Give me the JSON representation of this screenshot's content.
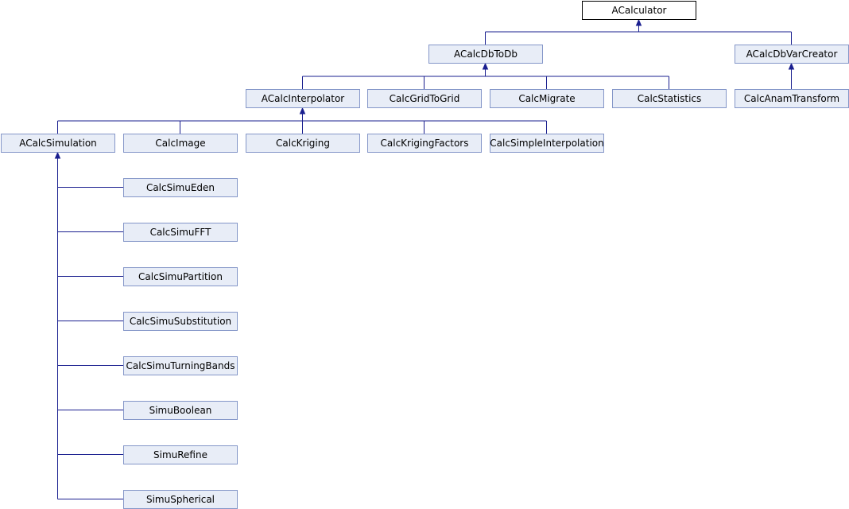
{
  "diagram": {
    "nodes": [
      {
        "id": "acalculator",
        "label": "ACalculator",
        "root": true
      },
      {
        "id": "acalcdbtodb",
        "label": "ACalcDbToDb"
      },
      {
        "id": "acalcdbvarcreator",
        "label": "ACalcDbVarCreator"
      },
      {
        "id": "acalcinterpolator",
        "label": "ACalcInterpolator"
      },
      {
        "id": "calcgridtogrid",
        "label": "CalcGridToGrid"
      },
      {
        "id": "calcmigrate",
        "label": "CalcMigrate"
      },
      {
        "id": "calcstatistics",
        "label": "CalcStatistics"
      },
      {
        "id": "calcanamtransform",
        "label": "CalcAnamTransform"
      },
      {
        "id": "acalcsimulation",
        "label": "ACalcSimulation"
      },
      {
        "id": "calcimage",
        "label": "CalcImage"
      },
      {
        "id": "calckriging",
        "label": "CalcKriging"
      },
      {
        "id": "calckrigingfactors",
        "label": "CalcKrigingFactors"
      },
      {
        "id": "calcsimpleinterpolation",
        "label": "CalcSimpleInterpolation"
      },
      {
        "id": "calcsimueden",
        "label": "CalcSimuEden"
      },
      {
        "id": "calcsimufft",
        "label": "CalcSimuFFT"
      },
      {
        "id": "calcsimupartition",
        "label": "CalcSimuPartition"
      },
      {
        "id": "calcsimusubstitution",
        "label": "CalcSimuSubstitution"
      },
      {
        "id": "calcsimuturningbands",
        "label": "CalcSimuTurningBands"
      },
      {
        "id": "simuboolean",
        "label": "SimuBoolean"
      },
      {
        "id": "simurefine",
        "label": "SimuRefine"
      },
      {
        "id": "simuspherical",
        "label": "SimuSpherical"
      }
    ],
    "edges": [
      {
        "from": "acalcdbtodb",
        "to": "acalculator"
      },
      {
        "from": "acalcdbvarcreator",
        "to": "acalculator"
      },
      {
        "from": "acalcinterpolator",
        "to": "acalcdbtodb"
      },
      {
        "from": "calcgridtogrid",
        "to": "acalcdbtodb"
      },
      {
        "from": "calcmigrate",
        "to": "acalcdbtodb"
      },
      {
        "from": "calcstatistics",
        "to": "acalcdbtodb"
      },
      {
        "from": "calcanamtransform",
        "to": "acalcdbvarcreator"
      },
      {
        "from": "acalcsimulation",
        "to": "acalcinterpolator"
      },
      {
        "from": "calcimage",
        "to": "acalcinterpolator"
      },
      {
        "from": "calckriging",
        "to": "acalcinterpolator"
      },
      {
        "from": "calckrigingfactors",
        "to": "acalcinterpolator"
      },
      {
        "from": "calcsimpleinterpolation",
        "to": "acalcinterpolator"
      },
      {
        "from": "calcsimueden",
        "to": "acalcsimulation"
      },
      {
        "from": "calcsimufft",
        "to": "acalcsimulation"
      },
      {
        "from": "calcsimupartition",
        "to": "acalcsimulation"
      },
      {
        "from": "calcsimusubstitution",
        "to": "acalcsimulation"
      },
      {
        "from": "calcsimuturningbands",
        "to": "acalcsimulation"
      },
      {
        "from": "simuboolean",
        "to": "acalcsimulation"
      },
      {
        "from": "simurefine",
        "to": "acalcsimulation"
      },
      {
        "from": "simuspherical",
        "to": "acalcsimulation"
      }
    ]
  }
}
